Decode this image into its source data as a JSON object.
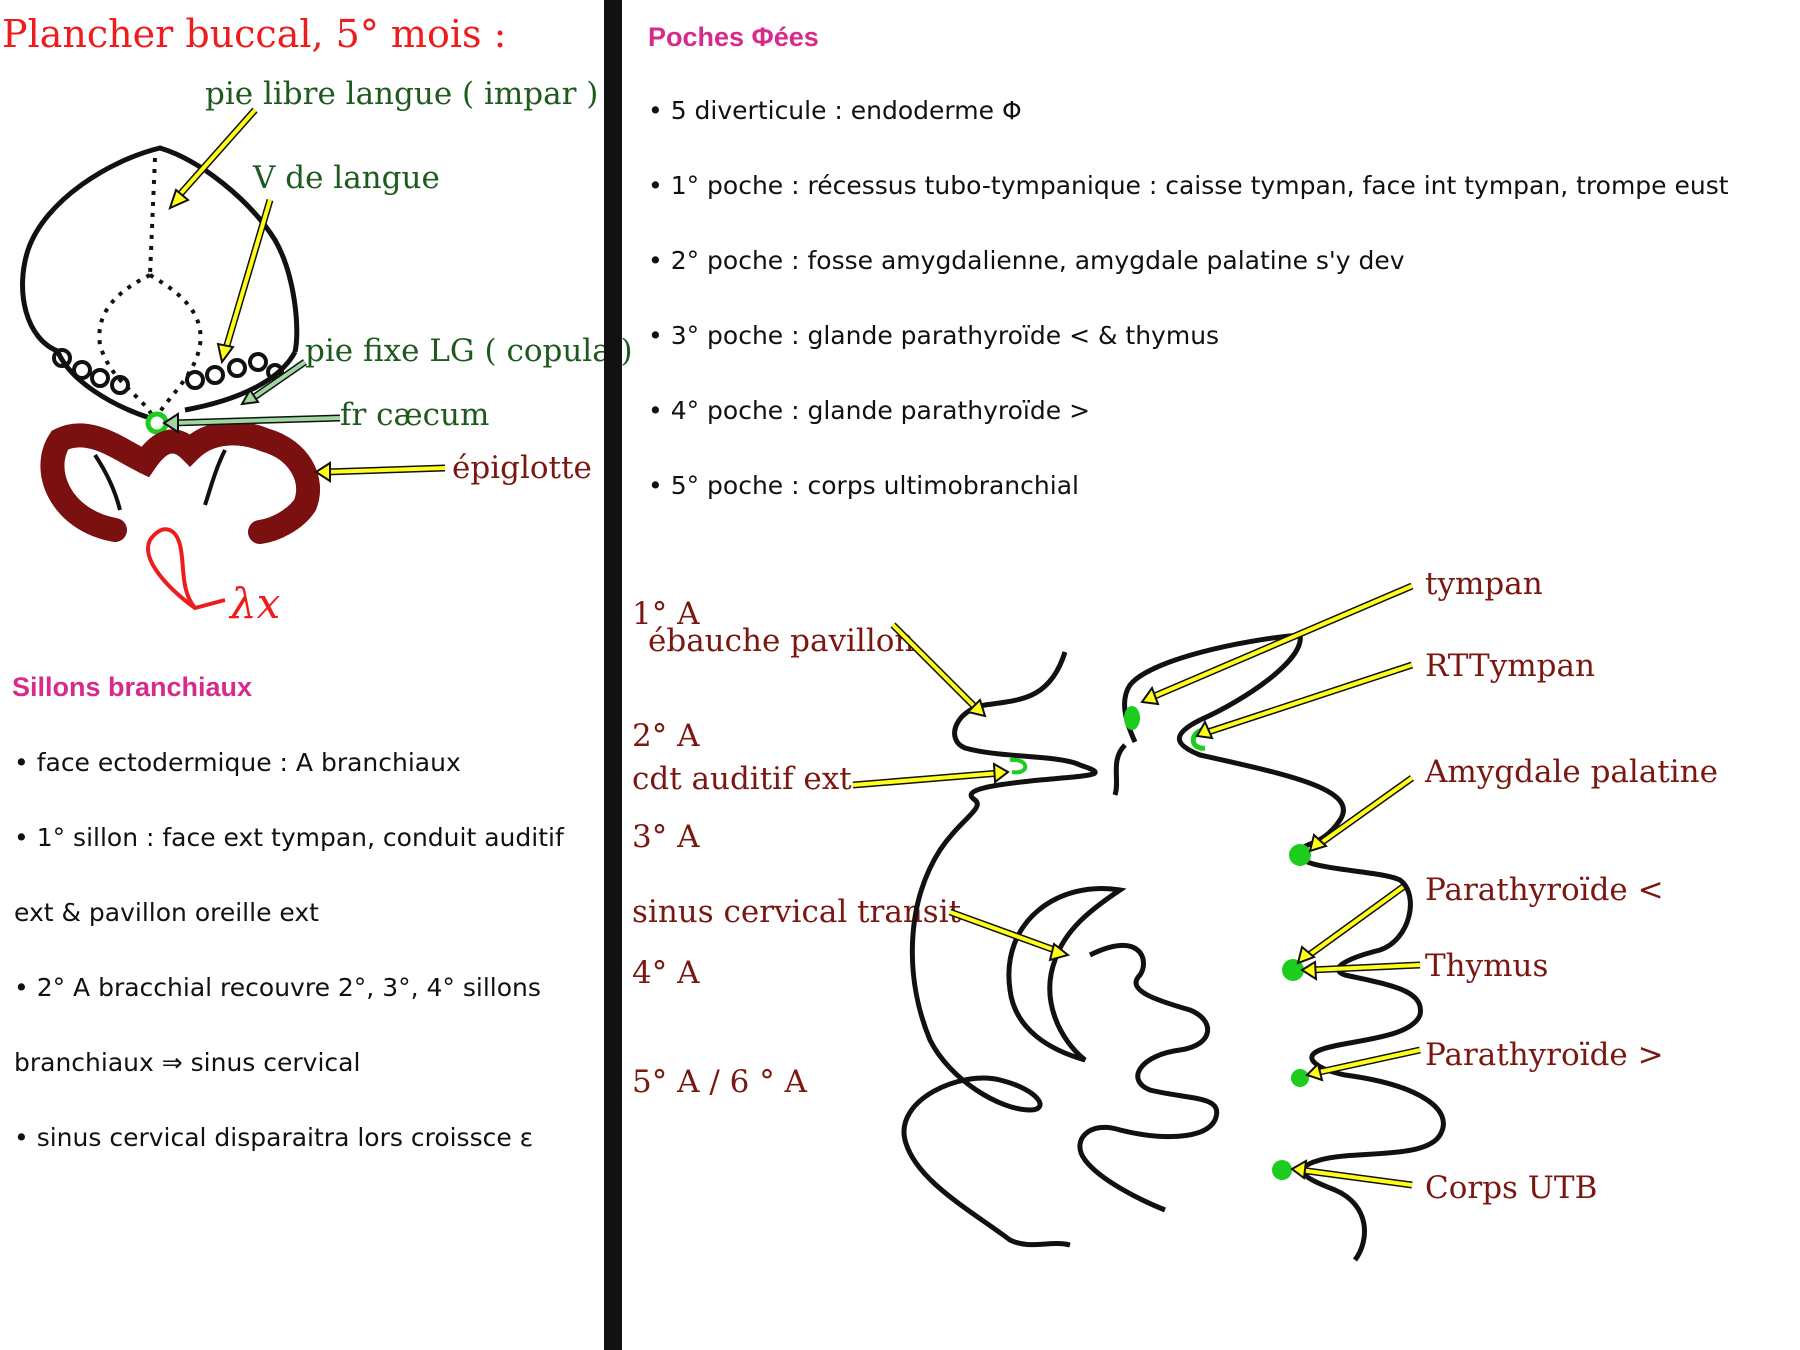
{
  "left": {
    "title": "Plancher buccal, 5° mois :",
    "diagram_labels": {
      "pie_libre": "pie libre langue ( impar )",
      "v_langue": "V de langue",
      "pie_fixe": "pie fixe LG ( copula )",
      "fr_caecum": "fr cæcum",
      "epiglotte": "épiglotte",
      "lx": "λx"
    },
    "section_title": "Sillons branchiaux",
    "bullets": [
      "• face ectodermique : A branchiaux",
      "• 1° sillon : face ext tympan, conduit auditif",
      "ext & pavillon oreille ext",
      "• 2° A bracchial recouvre 2°, 3°, 4° sillons",
      "branchiaux ⇒ sinus cervical",
      "• sinus cervical disparaitra lors croissce ε"
    ]
  },
  "right": {
    "section_title": "Poches Φées",
    "bullets": [
      "• 5 diverticule : endoderme Φ",
      "• 1° poche : récessus tubo-tympanique : caisse tympan, face int tympan, trompe eust",
      "• 2° poche : fosse amygdalienne, amygdale palatine s'y dev",
      "• 3° poche : glande parathyroïde < & thymus",
      "• 4° poche : glande parathyroïde >",
      "• 5° poche : corps ultimobranchial"
    ],
    "arch_labels": {
      "a1": "1° A",
      "a1_sub": "ébauche pavillon",
      "a2": "2° A",
      "a2_sub": "cdt auditif ext",
      "a3": "3° A",
      "sinus": "sinus cervical transit",
      "a4": "4° A",
      "a56": "5° A / 6 ° A"
    },
    "pouch_labels": {
      "tympan": "tympan",
      "rttympan": "RTTympan",
      "amygdale": "Amygdale palatine",
      "parathyroide_inf": "Parathyroïde <",
      "thymus": "Thymus",
      "parathyroide_sup": "Parathyroïde >",
      "corps_utb": "Corps UTB"
    }
  },
  "colors": {
    "title_red": "#ee1c1c",
    "label_green": "#1e5a1e",
    "label_brown": "#7a1710",
    "section_pink": "#d62b8c",
    "arrow_yellow": "#ffff1a",
    "structure_green": "#1ecc1e",
    "epiglottis": "#7a1010"
  }
}
